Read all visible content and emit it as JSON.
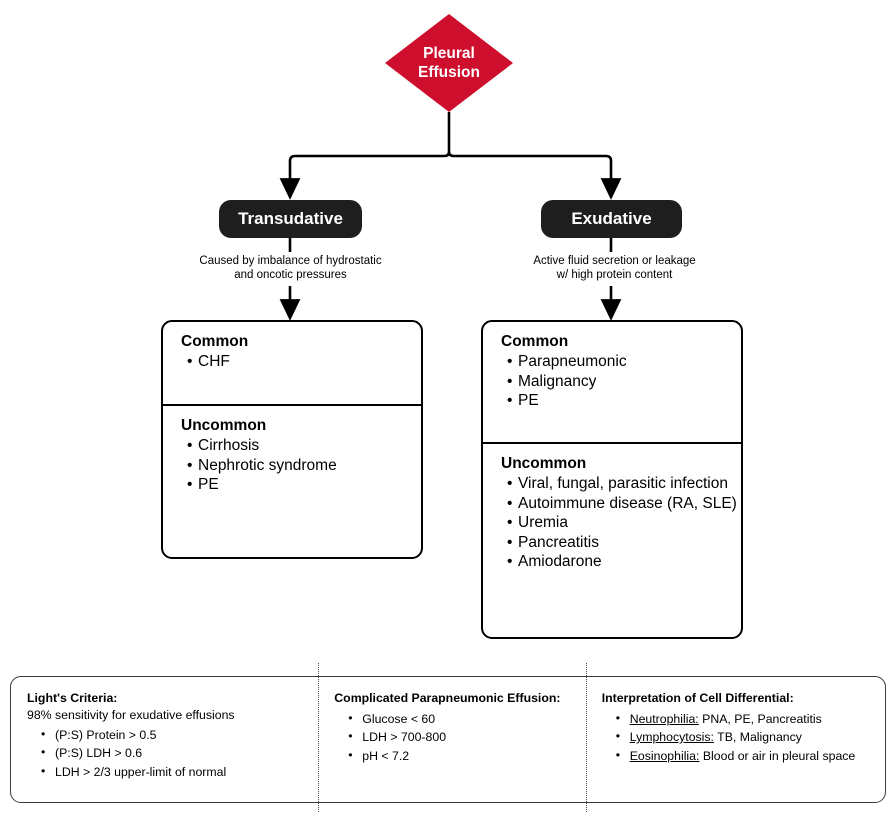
{
  "colors": {
    "accent_red": "#CE0E2D",
    "node_black": "#1E1E1E",
    "box_border": "#000000",
    "panel_border": "#3A3A3A"
  },
  "root": {
    "label_line1": "Pleural",
    "label_line2": "Effusion"
  },
  "branches": [
    {
      "node_label": "Transudative",
      "caption_line1": "Caused by imbalance of hydrostatic",
      "caption_line2": "and oncotic pressures",
      "sections": [
        {
          "title": "Common",
          "items": [
            "CHF"
          ]
        },
        {
          "title": "Uncommon",
          "items": [
            "Cirrhosis",
            "Nephrotic syndrome",
            "PE"
          ]
        }
      ]
    },
    {
      "node_label": "Exudative",
      "caption_line1": "Active fluid secretion or leakage",
      "caption_line2": "w/ high protein content",
      "sections": [
        {
          "title": "Common",
          "items": [
            "Parapneumonic",
            "Malignancy",
            "PE"
          ]
        },
        {
          "title": "Uncommon",
          "items": [
            "Viral, fungal, parasitic infection",
            "Autoimmune disease (RA, SLE)",
            "Uremia",
            "Pancreatitis",
            "Amiodarone"
          ]
        }
      ]
    }
  ],
  "bottom_panel": {
    "columns": [
      {
        "title": "Light's Criteria:",
        "subtitle": "98% sensitivity for exudative effusions",
        "items": [
          {
            "text": "(P:S) Protein > 0.5"
          },
          {
            "text": "(P:S) LDH > 0.6"
          },
          {
            "text": "LDH > 2/3 upper-limit of normal"
          }
        ]
      },
      {
        "title": "Complicated Parapneumonic Effusion:",
        "subtitle": "",
        "items": [
          {
            "text": "Glucose < 60"
          },
          {
            "text": "LDH > 700-800"
          },
          {
            "text": "pH < 7.2"
          }
        ]
      },
      {
        "title": "Interpretation of Cell Differential:",
        "subtitle": "",
        "items": [
          {
            "term": "Neutrophilia:",
            "text": " PNA, PE, Pancreatitis"
          },
          {
            "term": "Lymphocytosis:",
            "text": " TB, Malignancy"
          },
          {
            "term": "Eosinophilia:",
            "text": " Blood or air in pleural space"
          }
        ]
      }
    ]
  }
}
